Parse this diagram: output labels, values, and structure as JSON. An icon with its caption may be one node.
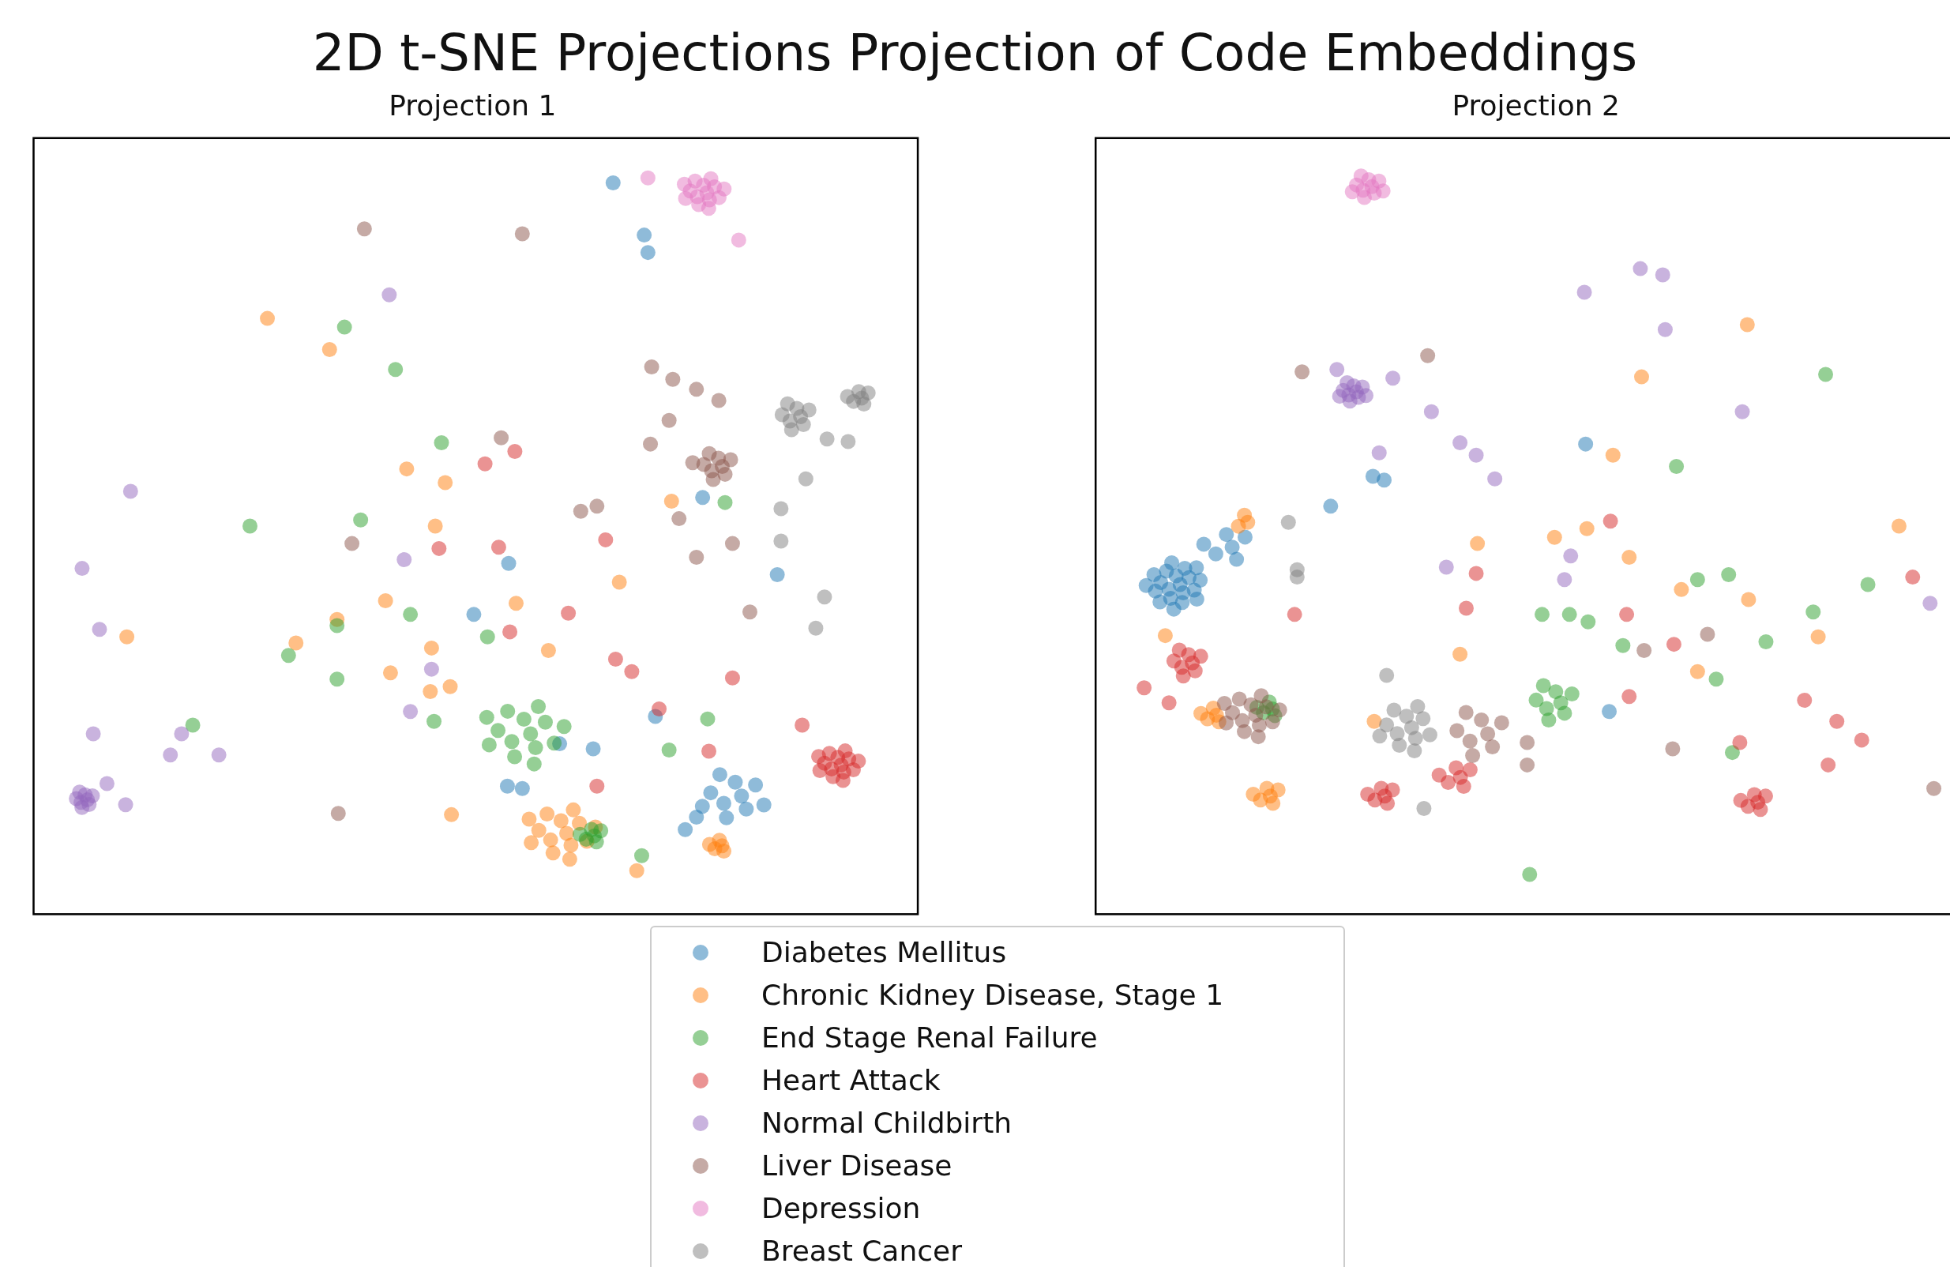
{
  "diagram": {
    "title": "2D t-SNE Projections Projection of Code Embeddings",
    "labels": [
      "Projection 1",
      "Projection 2"
    ],
    "legend": [
      {
        "text": "Diabetes Mellitus",
        "color": "#8fbbd9"
      },
      {
        "text": "Chronic Kidney Disease, Stage 1",
        "color": "#ffbf86"
      },
      {
        "text": "End Stage Renal Failure",
        "color": "#95cf95"
      },
      {
        "text": "Heart Attack",
        "color": "#ea9393"
      },
      {
        "text": "Normal Childbirth",
        "color": "#c9b3de"
      },
      {
        "text": "Liver Disease",
        "color": "#c5aaa5"
      },
      {
        "text": "Depression",
        "color": "#f1bbe0"
      },
      {
        "text": "Breast Cancer",
        "color": "#bfbfbf"
      }
    ]
  }
}
